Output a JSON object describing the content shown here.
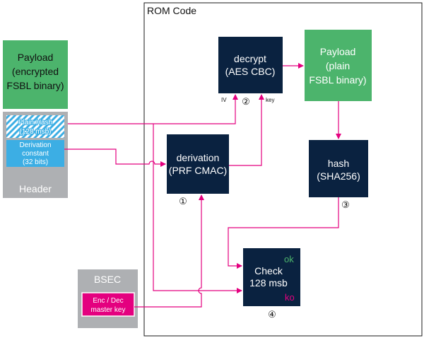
{
  "rom_code": {
    "label": "ROM Code"
  },
  "payload_encrypted": {
    "line1": "Payload",
    "line2": "(encrypted",
    "line3": "FSBL binary)"
  },
  "header": {
    "label": "Header",
    "plain_hash": {
      "line1": "Plain Hash",
      "line2": "(128 msb)"
    },
    "derivation_constant": {
      "line1": "Derivation",
      "line2": "constant",
      "line3": "(32 bits)"
    }
  },
  "bsec": {
    "label": "BSEC",
    "master_key": {
      "line1": "Enc / Dec",
      "line2": "master key"
    }
  },
  "decrypt": {
    "line1": "decrypt",
    "line2": "(AES CBC)",
    "iv_label": "IV",
    "key_label": "key",
    "step": "②"
  },
  "payload_plain": {
    "line1": "Payload",
    "line2": "(plain",
    "line3": "FSBL binary)"
  },
  "derivation": {
    "line1": "derivation",
    "line2": "(PRF CMAC)",
    "step": "①"
  },
  "hash": {
    "line1": "hash",
    "line2": "(SHA256)",
    "step": "③"
  },
  "check": {
    "line1": "Check",
    "line2": "128 msb",
    "ok_label": "ok",
    "ko_label": "ko",
    "step": "④"
  },
  "colors": {
    "navy": "#0a2240",
    "green": "#4cb46c",
    "magenta": "#e4007f",
    "light_blue": "#3caee4",
    "gray": "#aeb0b3",
    "ok_green": "#4cb46c",
    "ko_red": "#e4007f"
  }
}
